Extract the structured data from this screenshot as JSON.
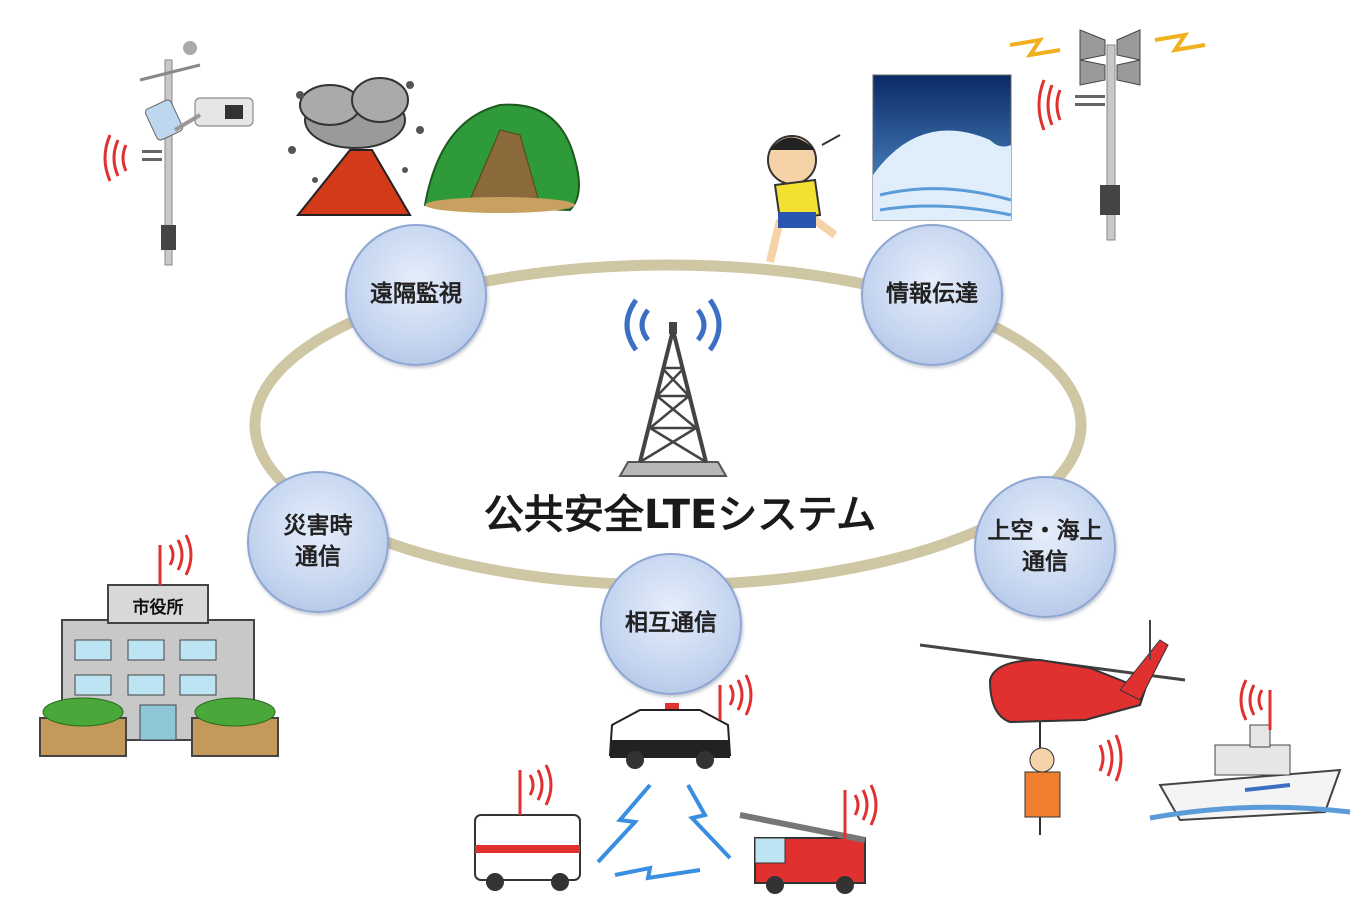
{
  "title": "公共安全LTEシステム",
  "nodes": {
    "remote_monitoring": "遠隔監視",
    "information_transmission": "情報伝達",
    "disaster_communication": "災害時\n通信",
    "air_sea_communication": "上空・海上\n通信",
    "mutual_communication": "相互通信"
  },
  "building_label": "市役所",
  "colors": {
    "ring": "#cfc6a4",
    "bubble": "#c4d4ef",
    "signal_red": "#e03030",
    "signal_blue": "#3a6fc4",
    "lightning_blue": "#3a8ee0"
  }
}
